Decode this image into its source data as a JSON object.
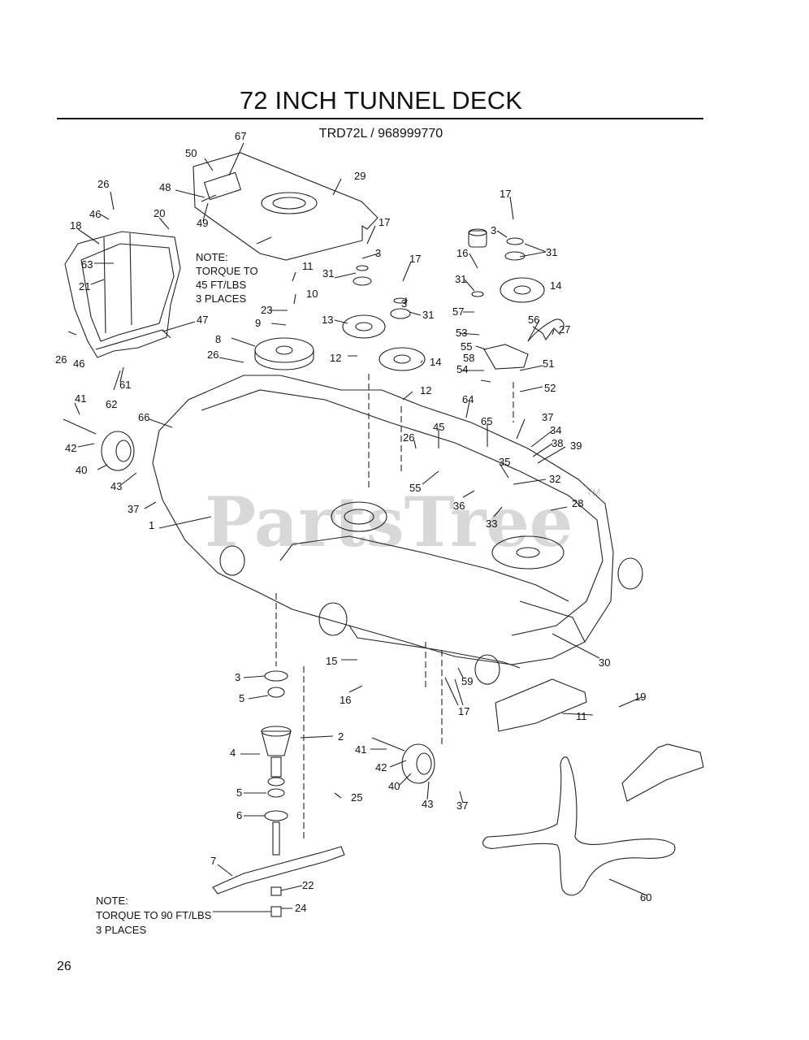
{
  "header": {
    "title": "72 INCH TUNNEL DECK",
    "model": "TRD72L / 968999770"
  },
  "notes": {
    "top": [
      "NOTE:",
      "TORQUE TO",
      "45 FT/LBS",
      "3 PLACES"
    ],
    "bottom": [
      "NOTE:",
      "TORQUE TO 90 FT/LBS",
      "3 PLACES"
    ]
  },
  "watermark": {
    "text": "PartsTree",
    "mark": "TM"
  },
  "page_number": "26",
  "callouts": {
    "c67": "67",
    "c50": "50",
    "c29": "29",
    "c48": "48",
    "c49": "49",
    "c26a": "26",
    "c46a": "46",
    "c18": "18",
    "c20": "20",
    "c63": "63",
    "c21": "21",
    "c47": "47",
    "c26b": "26",
    "c46b": "46",
    "c62": "62",
    "c61": "61",
    "c11a": "11",
    "c10": "10",
    "c23": "23",
    "c9": "9",
    "c8": "8",
    "c26c": "26",
    "c17a": "17",
    "c3a": "3",
    "c31a": "31",
    "c13": "13",
    "c12a": "12",
    "c17b": "17",
    "c3b": "3",
    "c31b": "31",
    "c14a": "14",
    "c12b": "12",
    "c17c": "17",
    "c16a": "16",
    "c3c": "3",
    "c31c": "31",
    "c31d": "31",
    "c14b": "14",
    "c57": "57",
    "c53": "53",
    "c55a": "55",
    "c56": "56",
    "c27": "27",
    "c54": "54",
    "c51": "51",
    "c58": "58",
    "c52": "52",
    "c41a": "41",
    "c42a": "42",
    "c40a": "40",
    "c43a": "43",
    "c37a": "37",
    "c66": "66",
    "c1": "1",
    "c64": "64",
    "c45": "45",
    "c65": "65",
    "c26d": "26",
    "c55b": "55",
    "c37b": "37",
    "c34": "34",
    "c38": "38",
    "c39": "39",
    "c35": "35",
    "c32": "32",
    "c36": "36",
    "c33": "33",
    "c28": "28",
    "c30": "30",
    "c15": "15",
    "c16b": "16",
    "c59": "59",
    "c17d": "17",
    "c3d": "3",
    "c5a": "5",
    "c2": "2",
    "c4": "4",
    "c25": "25",
    "c5b": "5",
    "c6": "6",
    "c7": "7",
    "c22": "22",
    "c24": "24",
    "c41b": "41",
    "c42b": "42",
    "c40b": "40",
    "c43b": "43",
    "c37c": "37",
    "c19": "19",
    "c11b": "11",
    "c60": "60"
  }
}
